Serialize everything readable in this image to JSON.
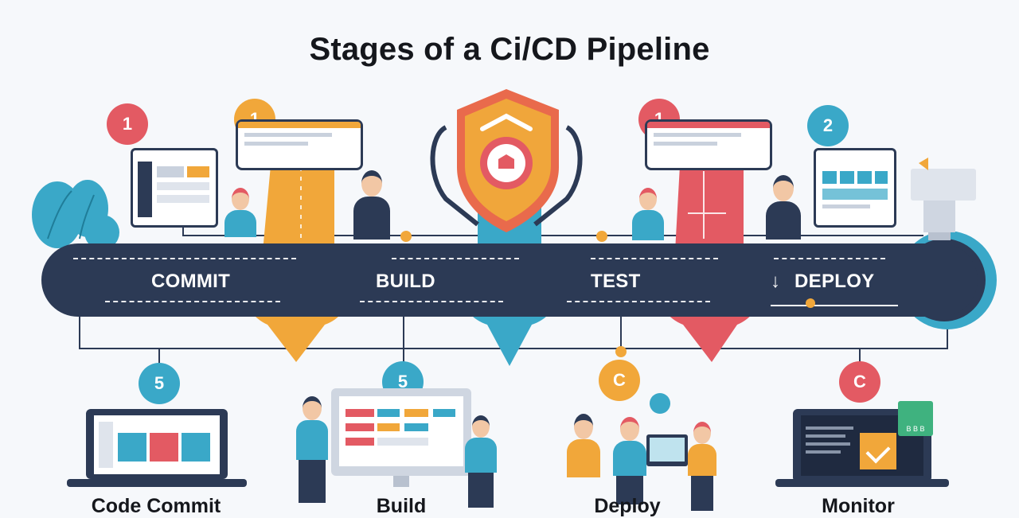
{
  "title": "Stages of a Ci/CD Pipeline",
  "stages": [
    {
      "label": "COMMIT"
    },
    {
      "label": "BUILD"
    },
    {
      "label": "TEST"
    },
    {
      "label": "DEPLOY",
      "arrow": "↓"
    }
  ],
  "top_badges": [
    "1",
    "1",
    "1",
    "2"
  ],
  "bottom_badges": [
    "5",
    "5",
    "C",
    "C"
  ],
  "bottom_steps": [
    "Code Commit",
    "Build",
    "Deploy",
    "Monitor"
  ],
  "monitor_text": "B B B",
  "colors": {
    "red": "#e35a63",
    "orange": "#f1a73a",
    "teal": "#3aa8c8",
    "navy": "#2c3a55",
    "shield_orange": "#f0a63b",
    "shield_red": "#e96a4c"
  }
}
